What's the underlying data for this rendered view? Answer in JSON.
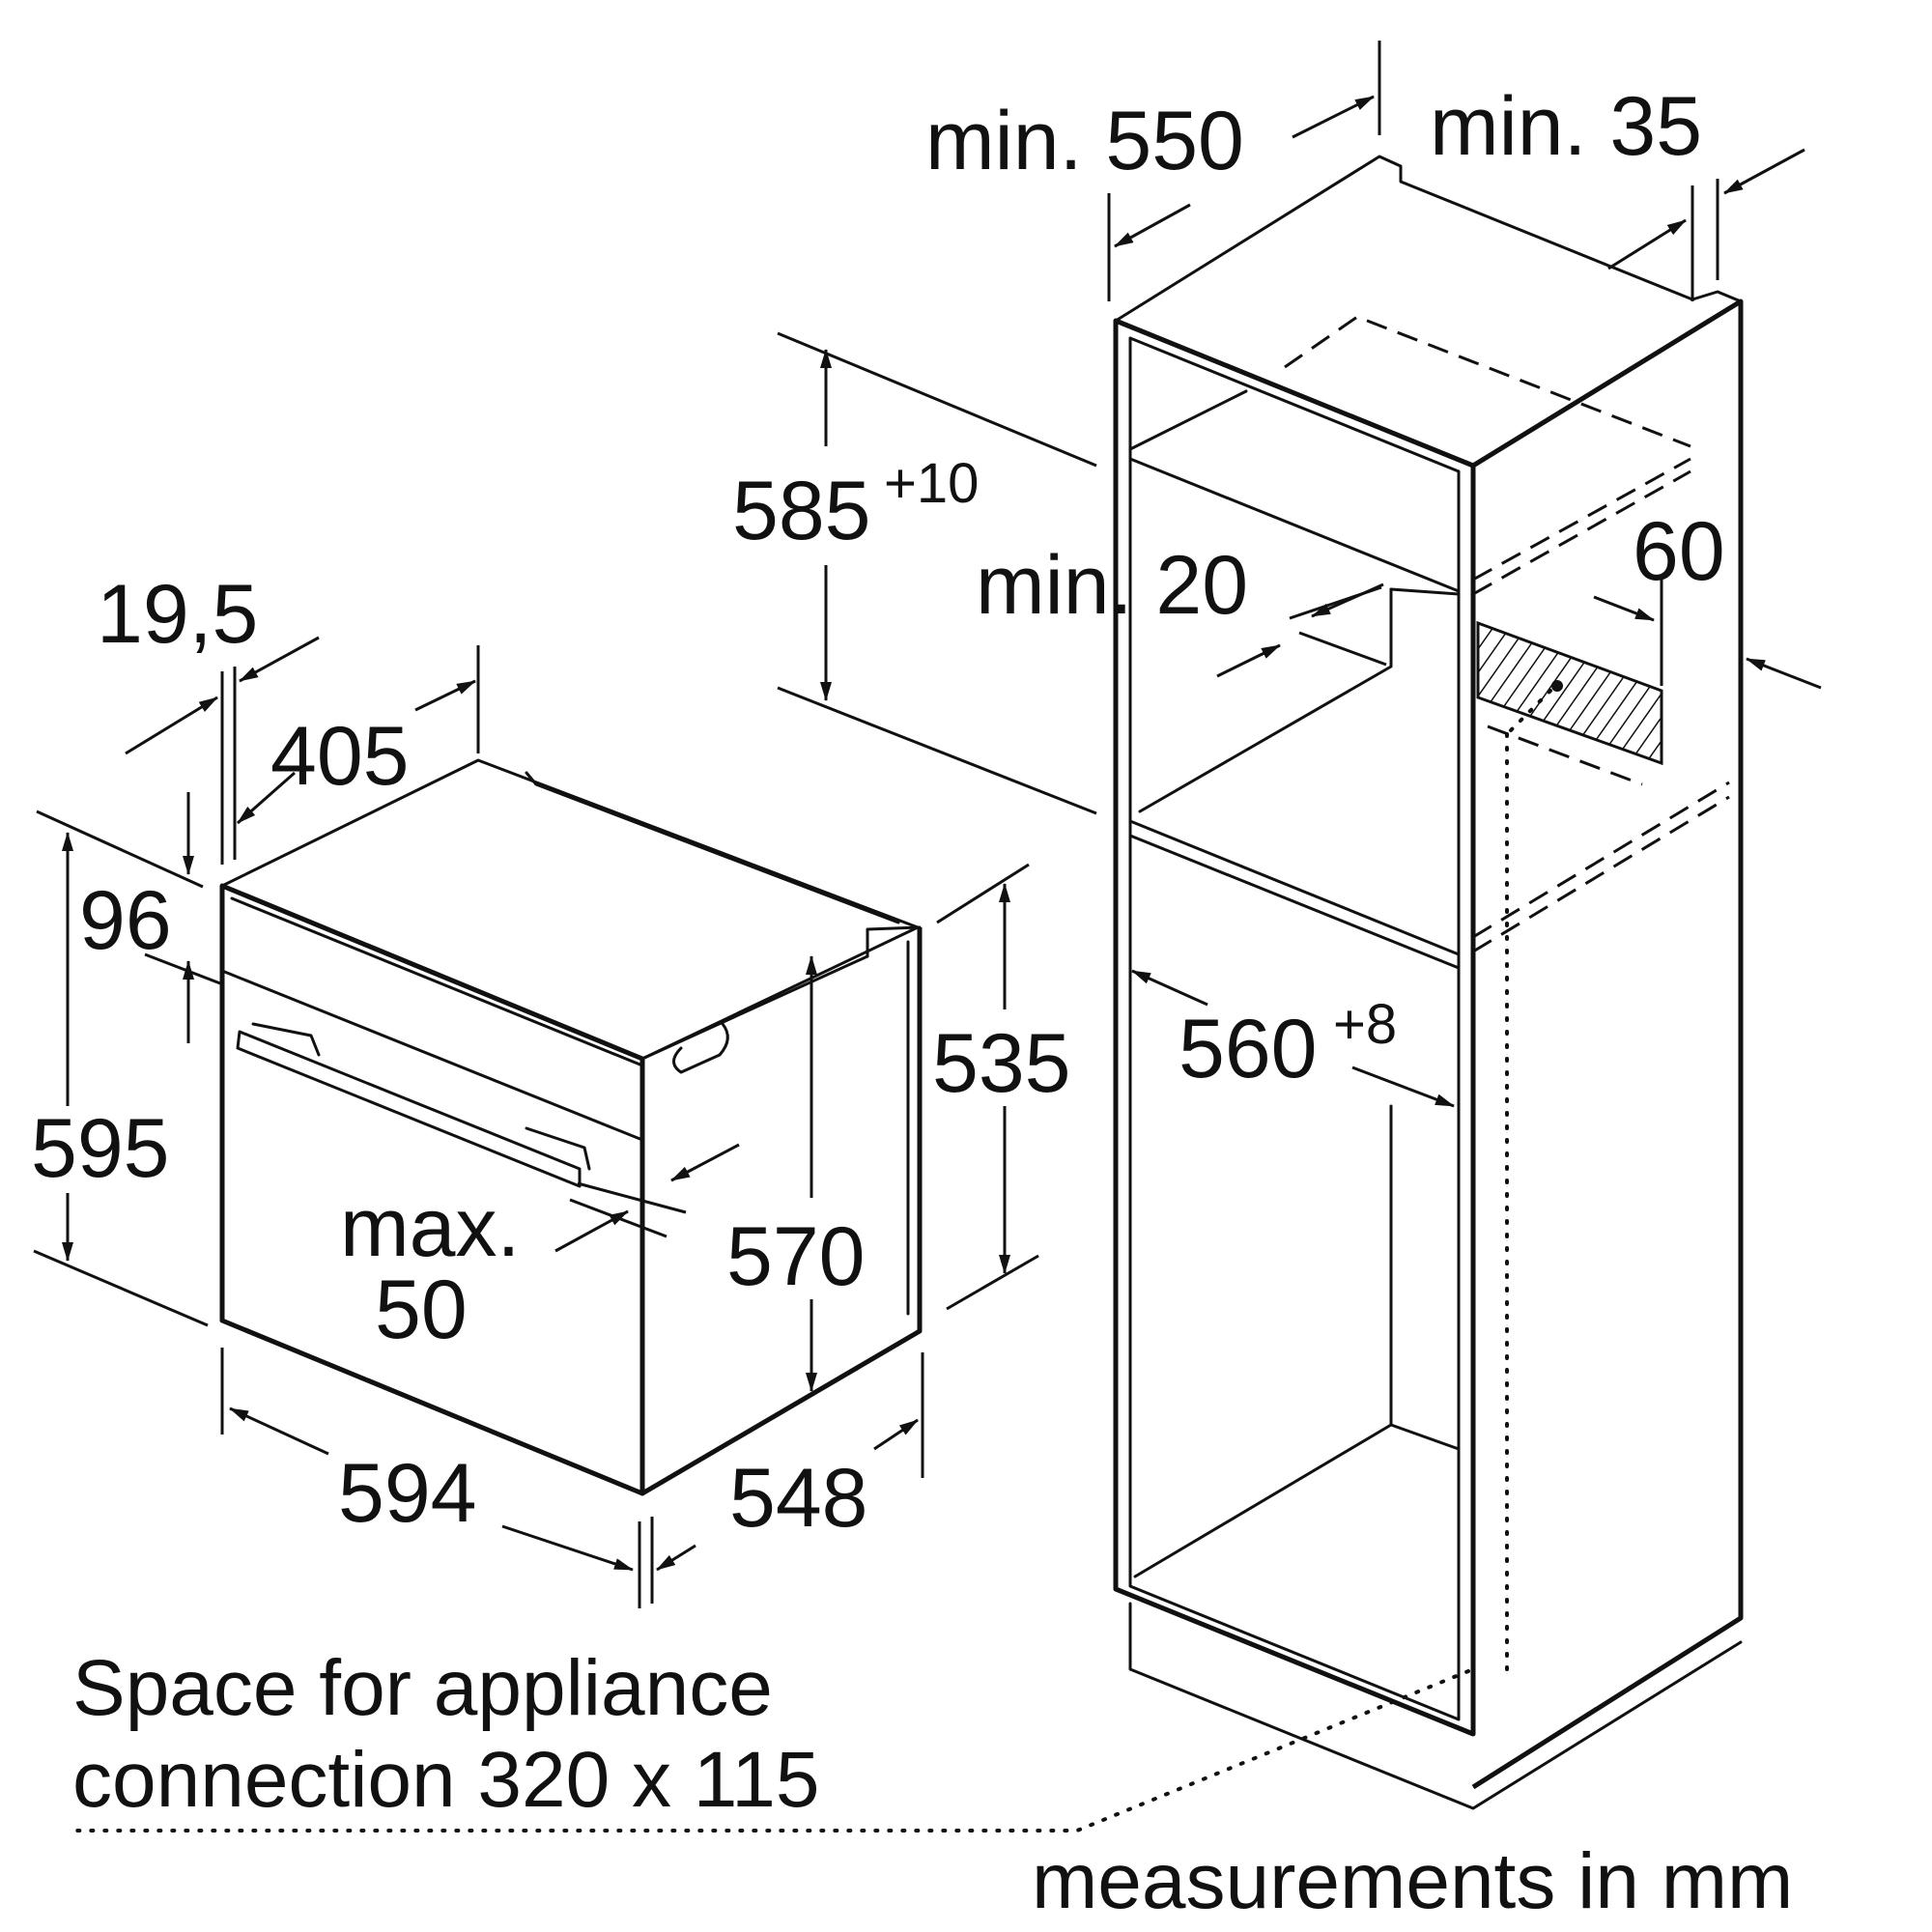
{
  "colors": {
    "line": "#111111",
    "background": "#ffffff"
  },
  "oven": {
    "dim_19_5": "19,5",
    "dim_405": "405",
    "dim_96": "96",
    "dim_595": "595",
    "dim_535": "535",
    "dim_570": "570",
    "dim_max_line1": "max.",
    "dim_max_line2": "50",
    "dim_594": "594",
    "dim_548": "548"
  },
  "cabinet": {
    "dim_min550": "min. 550",
    "dim_min35": "min. 35",
    "dim_585": "585",
    "dim_585_tol": "+10",
    "dim_min20": "min. 20",
    "dim_60": "60",
    "dim_560": "560",
    "dim_560_tol": "+8"
  },
  "notes": {
    "space_line1": "Space for appliance",
    "space_line2": "connection 320 x 115",
    "units": "measurements in mm"
  }
}
